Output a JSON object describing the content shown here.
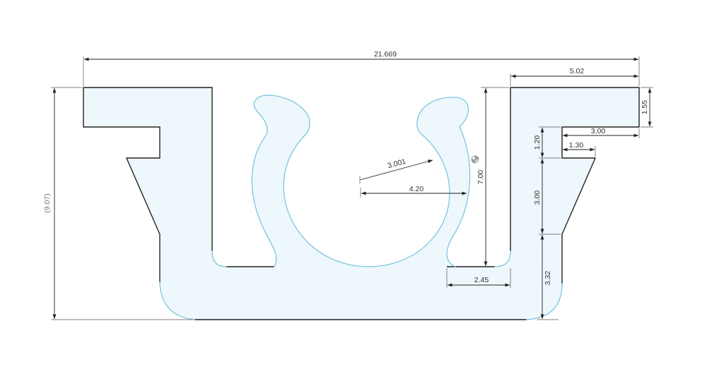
{
  "dimensions": {
    "overall_width": "21.669",
    "top_right_width": "5.02",
    "top_right_flange": "1.55",
    "upper_notch_depth": "3.00",
    "notch_height": "1.20",
    "notch_width": "1.30",
    "radius": "3.001",
    "center_to_edge": "4.20",
    "slot_height": "7.00",
    "dovetail_height": "3.00",
    "bottom_height": "3.32",
    "gap_width": "2.45",
    "overall_height": "(9.07)"
  },
  "colors": {
    "profile_fill": "#eef7fc",
    "curve_stroke": "#7cc6e2",
    "edge_stroke": "#222222"
  },
  "icons": [
    "origin-marker-icon"
  ]
}
